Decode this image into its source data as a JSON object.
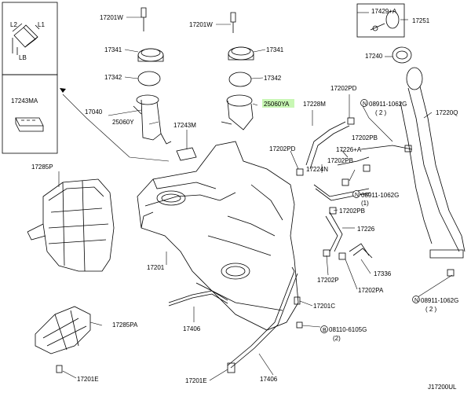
{
  "inset_top": {
    "dims": [
      "L2",
      "L1",
      "LB"
    ]
  },
  "inset_mid": {
    "code": "17243MA"
  },
  "labels": {
    "p17201W_left": "17201W",
    "p17201W_right": "17201W",
    "p17341_left": "17341",
    "p17341_right": "17341",
    "p17342_left": "17342",
    "p17342_right": "17342",
    "p17040": "17040",
    "p25060Y": "25060Y",
    "p25060YA": "25060YA",
    "p17243M": "17243M",
    "p17285P": "17285P",
    "p17201": "17201",
    "p17406_left": "17406",
    "p17406_right": "17406",
    "p17285PA": "17285PA",
    "p17201E_left": "17201E",
    "p17201E_right": "17201E",
    "p17201C": "17201C",
    "p08110": "08110-6105G",
    "p08110_qty": "(2)",
    "p17429A": "17429+A",
    "p17251": "17251",
    "p17240": "17240",
    "p17202PD_top": "17202PD",
    "p17228M": "17228M",
    "p08911_top": "08911-1062G",
    "p08911_top_qty": "( 2 )",
    "p17220Q": "17220Q",
    "p17202PD_mid": "17202PD",
    "p17226A": "17226+A",
    "p17202PB_1": "17202PB",
    "p17202PB_2": "17202PB",
    "p17224N": "17224N",
    "p08911_mid": "08911-1062G",
    "p08911_mid_qty": "(1)",
    "p17202PB_3": "17202PB",
    "p17226": "17226",
    "p17202P": "17202P",
    "p17336": "17336",
    "p17202PA": "17202PA",
    "p08911_bot": "08911-1062G",
    "p08911_bot_qty": "( 2 )",
    "diagram_code": "J17200UL",
    "marker_N": "N",
    "marker_B": "B"
  },
  "colors": {
    "highlight": "#c8f7b4",
    "ink": "#000000"
  }
}
